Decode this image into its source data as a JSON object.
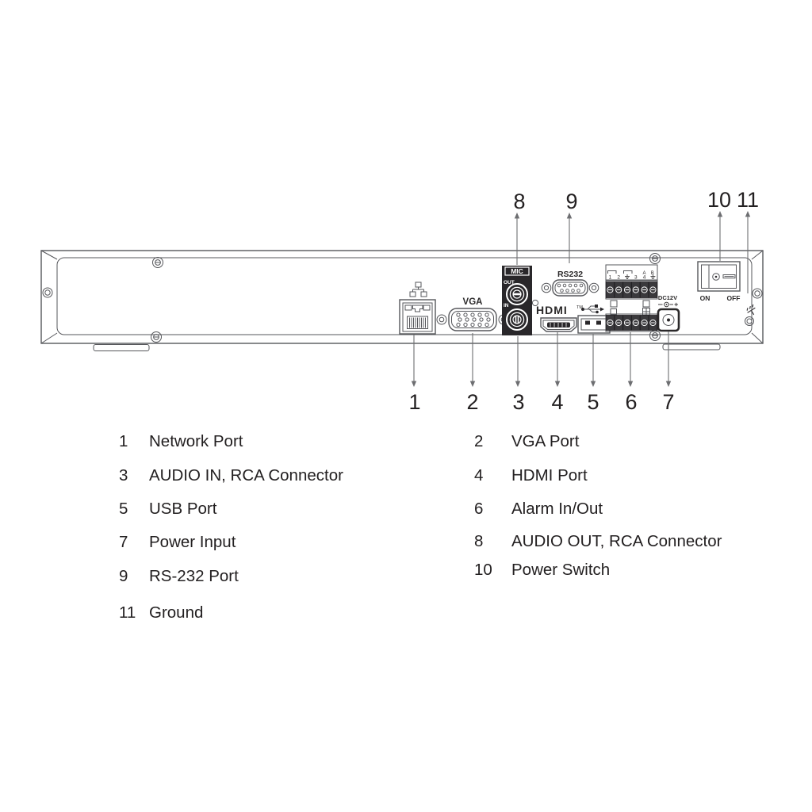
{
  "callouts": {
    "top": [
      "8",
      "9",
      "10",
      "11"
    ],
    "bottom": [
      "1",
      "2",
      "3",
      "4",
      "5",
      "6",
      "7"
    ]
  },
  "panel_labels": {
    "mic": "MIC",
    "mic_out": "OUT",
    "mic_in": "IN",
    "vga": "VGA",
    "rs232": "RS232",
    "hdmi": "HDMI",
    "hdmi_tm": "TM",
    "dc": "DC12V",
    "on": "ON",
    "off": "OFF",
    "alarm": {
      "a": "A",
      "b": "B",
      "n1": "1",
      "n2": "2",
      "n3": "3",
      "n4": "4"
    }
  },
  "icons": {
    "network": "ethernet-icon",
    "usb": "usb-trident-icon",
    "dc_polarity": "dc-polarity-icon",
    "ground": "earth-ground-icon",
    "screws": "screw-icon"
  },
  "legend": {
    "left": [
      {
        "num": "1",
        "label": "Network Port"
      },
      {
        "num": "3",
        "label": "AUDIO IN, RCA Connector"
      },
      {
        "num": "5",
        "label": "USB Port"
      },
      {
        "num": "7",
        "label": "Power Input"
      },
      {
        "num": "9",
        "label": "RS-232 Port"
      },
      {
        "num": "11",
        "label": "Ground"
      }
    ],
    "right": [
      {
        "num": "2",
        "label": "VGA Port"
      },
      {
        "num": "4",
        "label": "HDMI Port"
      },
      {
        "num": "6",
        "label": "Alarm In/Out"
      },
      {
        "num": "8",
        "label": "AUDIO OUT, RCA Connector"
      },
      {
        "num": "10",
        "label": "Power Switch"
      }
    ]
  },
  "colors": {
    "line": "#56575b",
    "text": "#232021",
    "dark_fill": "#29272a",
    "background": "#ffffff"
  }
}
